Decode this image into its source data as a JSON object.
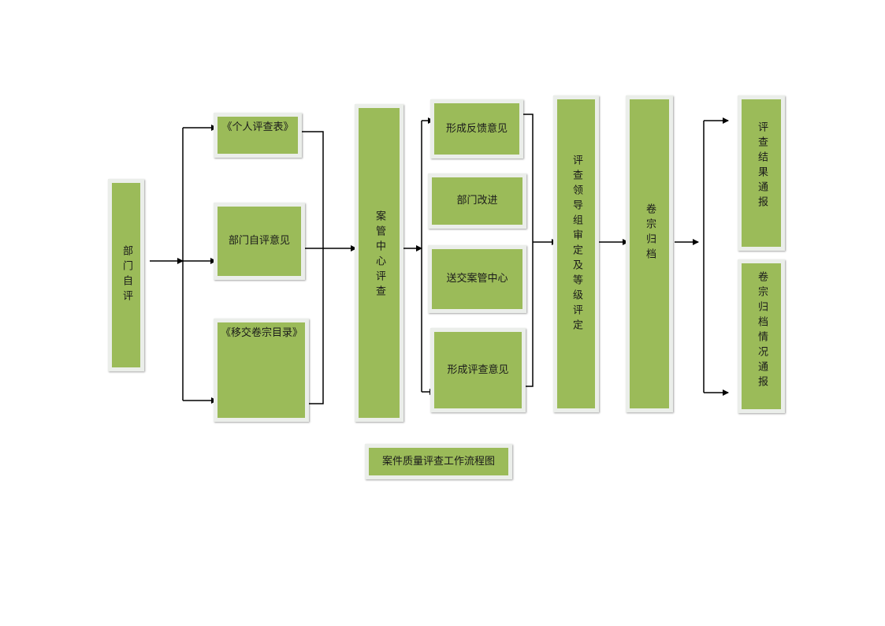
{
  "diagram": {
    "nodes": {
      "dept_self_eval": "部门自评",
      "personal_eval_form": "《个人评查表》",
      "dept_self_eval_opinion": "部门自评意见",
      "transfer_file_catalog": "《移交卷宗目录》",
      "case_mgmt_center_review": "案管中心评查",
      "feedback_opinion": "形成反馈意见",
      "dept_improvement": "部门改进",
      "submit_to_center": "送交案管中心",
      "review_opinion": "形成评查意见",
      "leader_group_grading": "评查领导组审定及等级评定",
      "file_archiving": "卷宗归档",
      "result_report": "评查结果通报",
      "archiving_report": "卷宗归档情况通报"
    },
    "caption": "案件质量评查工作流程图"
  },
  "colors": {
    "box_fill": "#9bbb59",
    "box_border": "#ebeeea",
    "line": "#000000"
  }
}
